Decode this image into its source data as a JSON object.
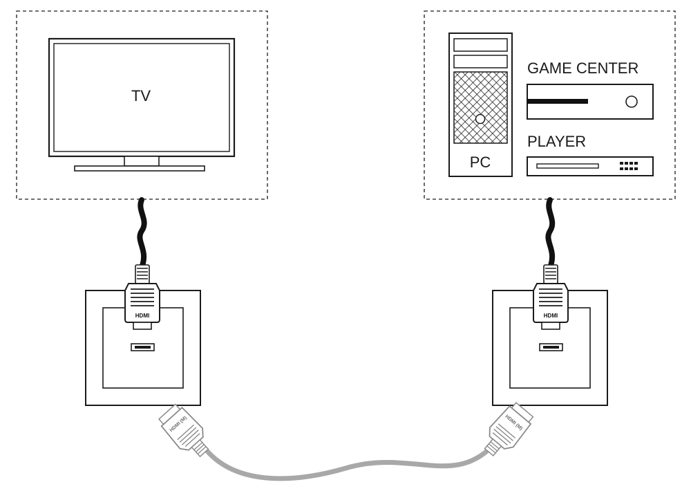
{
  "devices": {
    "tv_label": "TV",
    "pc_label": "PC",
    "game_center_label": "GAME CENTER",
    "player_label": "PLAYER"
  },
  "connectors": {
    "hdmi_plug_label": "HDMI",
    "hdmi_micro_plug_label": "HDMI (M)"
  },
  "colors": {
    "outline": "#1a1a1a",
    "cable_black": "#111111",
    "cable_grey": "#a8a8a8",
    "plug_grey": "#8a8a8a"
  }
}
